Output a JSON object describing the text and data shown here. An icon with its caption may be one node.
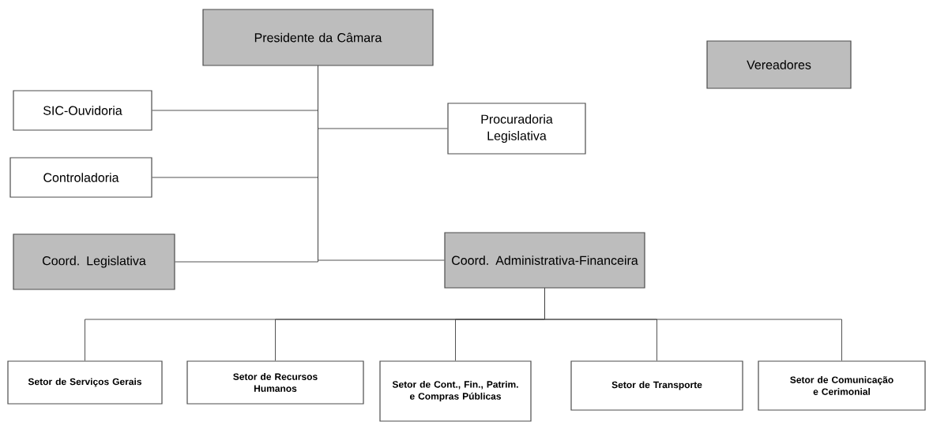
{
  "diagram": {
    "nodes": [
      {
        "text": [
          "Presidente da Câmara"
        ]
      },
      {
        "text": [
          "Vereadores"
        ]
      },
      {
        "text": [
          "SIC-Ouvidoria"
        ]
      },
      {
        "text": [
          "Procuradoria Legislativa"
        ]
      },
      {
        "text": [
          "Controladoria"
        ]
      },
      {
        "text": [
          "Coord. Legislativa"
        ]
      },
      {
        "text": [
          "Coord. Administrativa-Financeira"
        ]
      },
      {
        "text": [
          "Setor de Serviços Gerais"
        ]
      },
      {
        "text": [
          "Setor de Recursos Humanos"
        ]
      },
      {
        "text": [
          "Setor de Cont., Fin., Patrim. e Compras Públicas"
        ]
      },
      {
        "text": [
          "Setor de Transporte"
        ]
      },
      {
        "text": [
          "Setor de Comunicação e Cerimonial"
        ]
      }
    ],
    "edges": [
      {
        "from": 0,
        "to": 2,
        "arrow": "none"
      },
      {
        "from": 0,
        "to": 3,
        "arrow": "none"
      },
      {
        "from": 0,
        "to": 4,
        "arrow": "none"
      },
      {
        "from": 0,
        "to": 5,
        "arrow": "none"
      },
      {
        "from": 0,
        "to": 6,
        "arrow": "none"
      },
      {
        "from": 6,
        "to": 7,
        "arrow": "none"
      },
      {
        "from": 6,
        "to": 8,
        "arrow": "none"
      },
      {
        "from": 6,
        "to": 9,
        "arrow": "none"
      },
      {
        "from": 6,
        "to": 10,
        "arrow": "none"
      },
      {
        "from": 6,
        "to": 11,
        "arrow": "none"
      }
    ]
  }
}
